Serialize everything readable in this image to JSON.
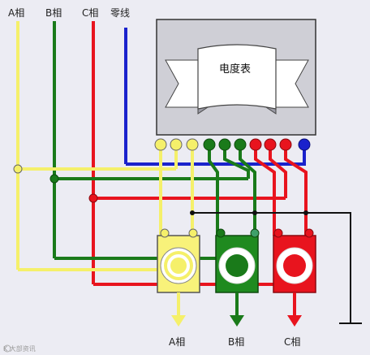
{
  "labels": {
    "phase_a_top": "A相",
    "phase_b_top": "B相",
    "phase_c_top": "C相",
    "neutral_top": "零线",
    "meter": "电度表",
    "phase_a_bottom": "A相",
    "phase_b_bottom": "B相",
    "phase_c_bottom": "C相"
  },
  "watermark": "K 大部资讯",
  "colors": {
    "phase_a": "#f5f06a",
    "phase_b": "#1a7a1a",
    "phase_c": "#e8141e",
    "neutral": "#1a22cc",
    "background": "#ececf3",
    "meter_box": "#cfcfd6"
  },
  "icons": [
    "ribbon-banner-icon",
    "ground-symbol-icon",
    "watermark-logo-icon"
  ]
}
